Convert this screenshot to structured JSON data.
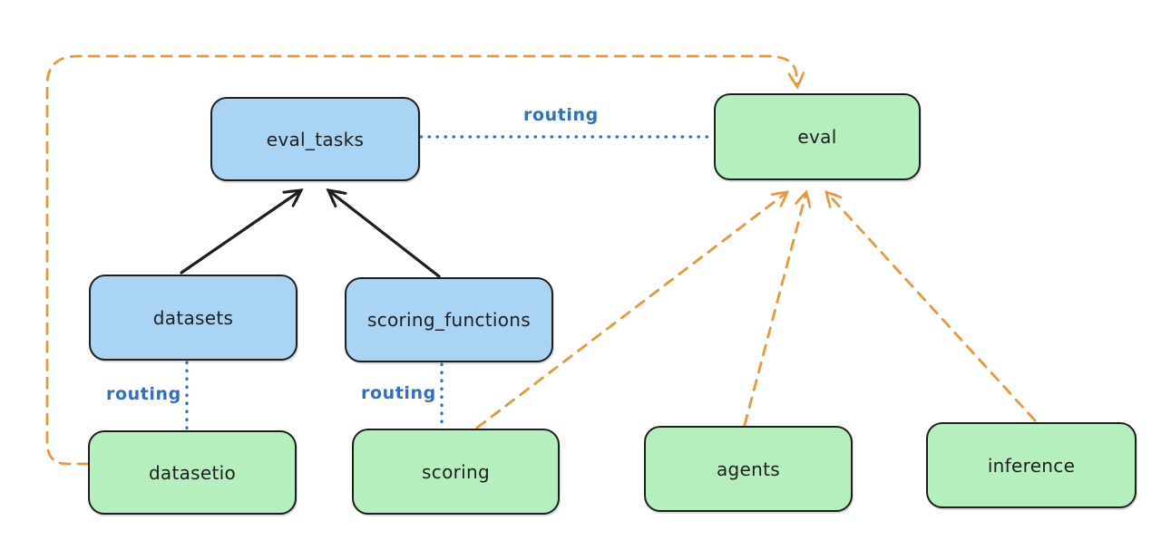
{
  "diagram": {
    "type": "architecture-diagram",
    "nodes": [
      {
        "id": "eval_tasks",
        "label": "eval_tasks",
        "color": "blue"
      },
      {
        "id": "eval",
        "label": "eval",
        "color": "green"
      },
      {
        "id": "datasets",
        "label": "datasets",
        "color": "blue"
      },
      {
        "id": "scoring_functions",
        "label": "scoring_functions",
        "color": "blue"
      },
      {
        "id": "datasetio",
        "label": "datasetio",
        "color": "green"
      },
      {
        "id": "scoring",
        "label": "scoring",
        "color": "green"
      },
      {
        "id": "agents",
        "label": "agents",
        "color": "green"
      },
      {
        "id": "inference",
        "label": "inference",
        "color": "green"
      }
    ],
    "edges": [
      {
        "from": "datasets",
        "to": "eval_tasks",
        "style": "solid",
        "color": "black",
        "arrow": true,
        "label": ""
      },
      {
        "from": "scoring_functions",
        "to": "eval_tasks",
        "style": "solid",
        "color": "black",
        "arrow": true,
        "label": ""
      },
      {
        "from": "eval_tasks",
        "to": "eval",
        "style": "dotted",
        "color": "blue",
        "arrow": false,
        "label": "routing"
      },
      {
        "from": "datasets",
        "to": "datasetio",
        "style": "dotted",
        "color": "blue",
        "arrow": false,
        "label": "routing"
      },
      {
        "from": "scoring_functions",
        "to": "scoring",
        "style": "dotted",
        "color": "blue",
        "arrow": false,
        "label": "routing"
      },
      {
        "from": "datasetio",
        "to": "eval",
        "style": "dashed",
        "color": "orange",
        "arrow": true,
        "label": ""
      },
      {
        "from": "scoring",
        "to": "eval",
        "style": "dashed",
        "color": "orange",
        "arrow": true,
        "label": ""
      },
      {
        "from": "agents",
        "to": "eval",
        "style": "dashed",
        "color": "orange",
        "arrow": true,
        "label": ""
      },
      {
        "from": "inference",
        "to": "eval",
        "style": "dashed",
        "color": "orange",
        "arrow": true,
        "label": ""
      }
    ],
    "colors": {
      "background": "#ffffff",
      "blue_fill": "#a9d4f4",
      "green_fill": "#b5efbd",
      "stroke": "#1e1e1e",
      "routing_blue": "#2f6fc1",
      "orange": "#e8973a"
    }
  }
}
